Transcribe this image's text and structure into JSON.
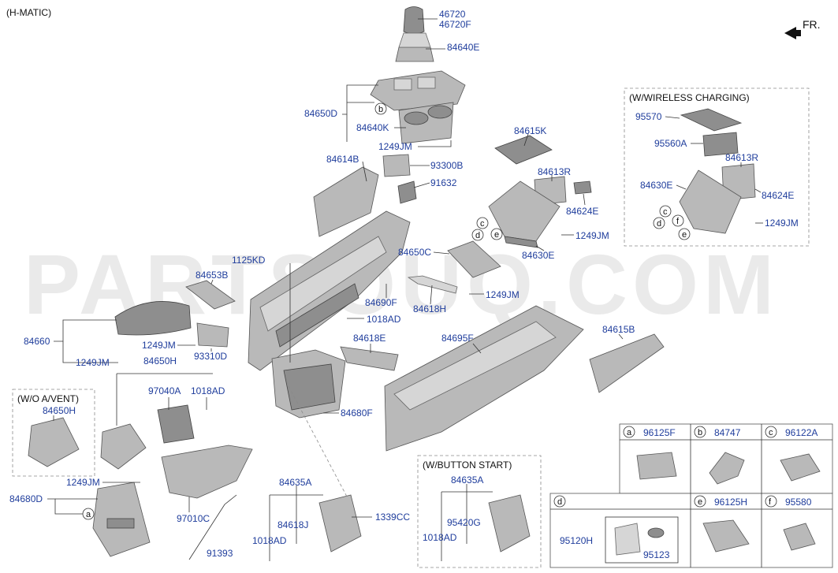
{
  "header": {
    "variant": "(H-MATIC)",
    "direction": "FR."
  },
  "watermark": "PARTSOUQ.COM",
  "boxes": {
    "wireless": "(W/WIRELESS CHARGING)",
    "no_vent": "(W/O A/VENT)",
    "button_start": "(W/BUTTON START)"
  },
  "callouts": [
    {
      "id": "p46720",
      "text": "46720"
    },
    {
      "id": "p46720f",
      "text": "46720F"
    },
    {
      "id": "p84640e",
      "text": "84640E"
    },
    {
      "id": "p84650d",
      "text": "84650D"
    },
    {
      "id": "p84640k",
      "text": "84640K"
    },
    {
      "id": "p1249jm_top",
      "text": "1249JM"
    },
    {
      "id": "p84614b",
      "text": "84614B"
    },
    {
      "id": "p93300b",
      "text": "93300B"
    },
    {
      "id": "p91632",
      "text": "91632"
    },
    {
      "id": "p84615k",
      "text": "84615K"
    },
    {
      "id": "p84613r",
      "text": "84613R"
    },
    {
      "id": "p84624e",
      "text": "84624E"
    },
    {
      "id": "p1249jm_mid",
      "text": "1249JM"
    },
    {
      "id": "p84630e",
      "text": "84630E"
    },
    {
      "id": "p84650c",
      "text": "84650C"
    },
    {
      "id": "p1125kd",
      "text": "1125KD"
    },
    {
      "id": "p84653b",
      "text": "84653B"
    },
    {
      "id": "p84690f",
      "text": "84690F"
    },
    {
      "id": "p84618h",
      "text": "84618H"
    },
    {
      "id": "p1249jm_r",
      "text": "1249JM"
    },
    {
      "id": "p1018ad_mid",
      "text": "1018AD"
    },
    {
      "id": "p84660",
      "text": "84660"
    },
    {
      "id": "p1249jm_a",
      "text": "1249JM"
    },
    {
      "id": "p93310d",
      "text": "93310D"
    },
    {
      "id": "p84618e",
      "text": "84618E"
    },
    {
      "id": "p84695f",
      "text": "84695F"
    },
    {
      "id": "p84615b",
      "text": "84615B"
    },
    {
      "id": "p1249jm_b",
      "text": "1249JM"
    },
    {
      "id": "p84650h",
      "text": "84650H"
    },
    {
      "id": "p97040a",
      "text": "97040A"
    },
    {
      "id": "p1018ad_l",
      "text": "1018AD"
    },
    {
      "id": "p84680f",
      "text": "84680F"
    },
    {
      "id": "p84650h_box",
      "text": "84650H"
    },
    {
      "id": "p1249jm_c",
      "text": "1249JM"
    },
    {
      "id": "p84680d",
      "text": "84680D"
    },
    {
      "id": "p97010c",
      "text": "97010C"
    },
    {
      "id": "p91393",
      "text": "91393"
    },
    {
      "id": "p84635a",
      "text": "84635A"
    },
    {
      "id": "p84618j",
      "text": "84618J"
    },
    {
      "id": "p1018ad_b",
      "text": "1018AD"
    },
    {
      "id": "p1339cc",
      "text": "1339CC"
    },
    {
      "id": "p84635a_bs",
      "text": "84635A"
    },
    {
      "id": "p95420g",
      "text": "95420G"
    },
    {
      "id": "p1018ad_bs",
      "text": "1018AD"
    },
    {
      "id": "p95570",
      "text": "95570"
    },
    {
      "id": "p95560a",
      "text": "95560A"
    },
    {
      "id": "p84613r_w",
      "text": "84613R"
    },
    {
      "id": "p84630e_w",
      "text": "84630E"
    },
    {
      "id": "p84624e_w",
      "text": "84624E"
    },
    {
      "id": "p1249jm_w",
      "text": "1249JM"
    }
  ],
  "ref_letters": {
    "a": "a",
    "b": "b",
    "c": "c",
    "d": "d",
    "e": "e",
    "f": "f"
  },
  "table": {
    "cells": [
      {
        "letter": "a",
        "part": "96125F"
      },
      {
        "letter": "b",
        "part": "84747"
      },
      {
        "letter": "c",
        "part": "96122A"
      },
      {
        "letter": "d",
        "part": ""
      },
      {
        "letter": "e",
        "part": "96125H"
      },
      {
        "letter": "f",
        "part": "95580"
      }
    ],
    "d_parts": {
      "left": "95120H",
      "inner": "95123"
    }
  },
  "colors": {
    "label": "#1f3d9c",
    "part_fill": "#b9b9b9",
    "watermark": "#d9d9d9"
  }
}
